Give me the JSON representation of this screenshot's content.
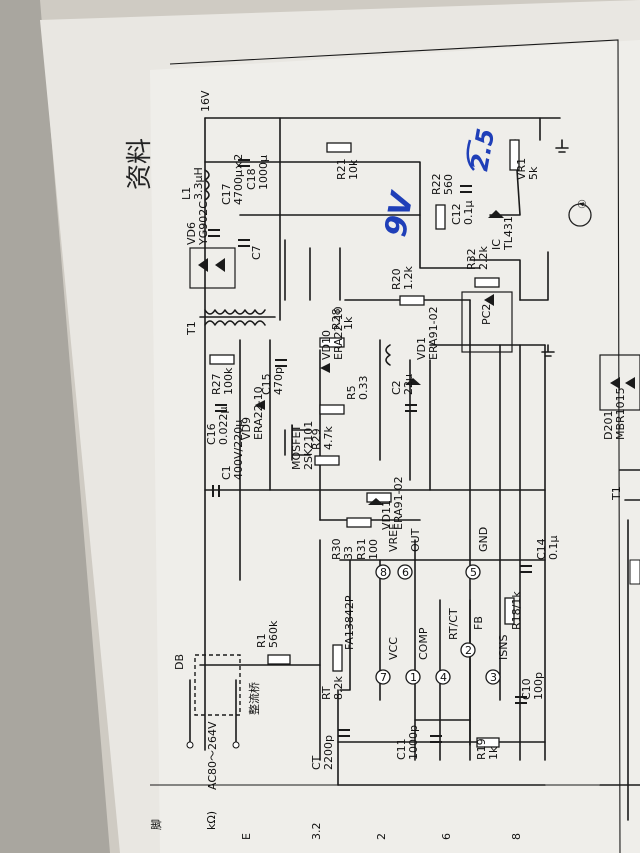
{
  "title": "资料",
  "page_number": "④",
  "rail": "16V",
  "ac_input": "AC80～264V",
  "bridge": {
    "ref": "DB",
    "name": "整流桥"
  },
  "ic": {
    "ref": "FA13842P",
    "pins": [
      {
        "n": "7",
        "name": "VCC"
      },
      {
        "n": "1",
        "name": "COMP"
      },
      {
        "n": "4",
        "name": "RT/CT"
      },
      {
        "n": "2",
        "name": "FB"
      },
      {
        "n": "3",
        "name": "ISNS"
      },
      {
        "n": "8",
        "name": "VREF"
      },
      {
        "n": "6",
        "name": "OUT"
      },
      {
        "n": "5",
        "name": "GND"
      }
    ]
  },
  "components": {
    "R1": [
      "R1",
      "560k"
    ],
    "C1": [
      "C1",
      "400V/220µ"
    ],
    "CT": [
      "CT",
      "2200p"
    ],
    "RT": [
      "RT",
      "8.2k"
    ],
    "C11": [
      "C11",
      "1000p"
    ],
    "R19": [
      "R19",
      "1k"
    ],
    "C10": [
      "C10",
      "100p"
    ],
    "R18": [
      "R18/1k",
      ""
    ],
    "C14": [
      "C14",
      "0.1µ"
    ],
    "R30": [
      "R30",
      "33"
    ],
    "R31": [
      "R31",
      "100"
    ],
    "VD11": [
      "VD11",
      "ERA91-02"
    ],
    "R29": [
      "R29",
      "4.7k"
    ],
    "R5": [
      "R5",
      "0.33"
    ],
    "MOSFET": [
      "MOSFET",
      "2SK2101"
    ],
    "VD10": [
      "VD10",
      "ERA22-10"
    ],
    "C16": [
      "C16",
      "0.022µ"
    ],
    "VD9": [
      "VD9",
      "ERA22-10"
    ],
    "R27": [
      "R27",
      "100k"
    ],
    "C15": [
      "C15",
      "470p"
    ],
    "R28": [
      "R28",
      "1k"
    ],
    "C2": [
      "C2",
      "22µ"
    ],
    "VD1": [
      "VD1",
      "ERA91-02"
    ],
    "T1": [
      "T1",
      ""
    ],
    "VD6": [
      "VD6",
      "YG902C"
    ],
    "C17": [
      "C17",
      "4700µ×2"
    ],
    "C7": [
      "C7",
      ""
    ],
    "L1": [
      "L1",
      "3.3µH"
    ],
    "C18": [
      "C18",
      "1000µ"
    ],
    "R21": [
      "R21",
      "10k"
    ],
    "R20": [
      "R20",
      "1.2k"
    ],
    "R22": [
      "R22",
      "560"
    ],
    "C12": [
      "C12",
      "0.1µ"
    ],
    "IC": [
      "IC",
      "TL431"
    ],
    "VR1": [
      "VR1",
      "5k"
    ],
    "R32": [
      "R32",
      "2.2k"
    ],
    "PC2": [
      "PC2",
      ""
    ],
    "D201": [
      "D201",
      "MBR1015"
    ],
    "T1b": [
      "T1",
      ""
    ]
  },
  "handwritten": {
    "a": "9V",
    "b": "2.5"
  },
  "margin_labels": [
    "脚",
    "kΩ)",
    "E",
    "3.2",
    "2",
    "6",
    "8"
  ]
}
